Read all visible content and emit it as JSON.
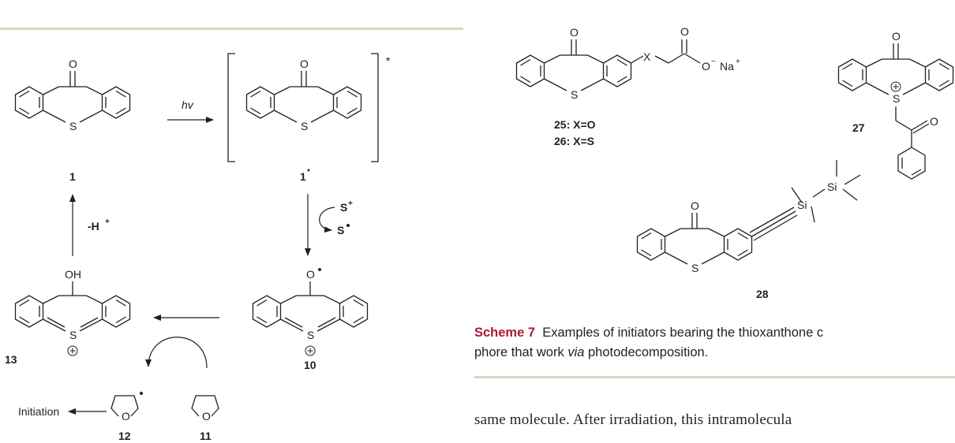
{
  "scheme_left": {
    "hv": "hv",
    "excited_mark": "*",
    "labels": {
      "c1": "1",
      "c1_excited": "1",
      "c1_excited_sup": "*",
      "c10": "10",
      "c11": "11",
      "c12": "12",
      "c13": "13"
    },
    "minus_h": "-H",
    "minus_h_sup": "+",
    "s_plus": "S",
    "s_plus_sup": "+",
    "s_radical": "S",
    "initiation": "Initiation"
  },
  "scheme_right": {
    "x_atom": "X",
    "o_minus": "O",
    "minus": "−",
    "na": "Na",
    "na_sup": "+",
    "label_25": "25: X=O",
    "label_26": "26: X=S",
    "label_27": "27",
    "label_28": "28",
    "si": "Si"
  },
  "caption": {
    "scheme_label": "Scheme 7",
    "text_before_italic": "Examples of initiators bearing the thioxanthone c",
    "text_line2_before": "phore that work ",
    "italic": "via",
    "text_line2_after": " photodecomposition."
  },
  "body_text": "same molecule. After irradiation, this intramolecula"
}
